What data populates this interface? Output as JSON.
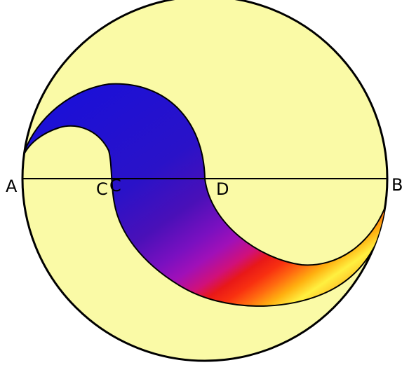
{
  "diagram": {
    "points": {
      "A": "A",
      "B": "B",
      "C": "C",
      "C2": "C",
      "D": "D"
    },
    "colors": {
      "circle_fill": "#fafaa6",
      "outline": "#000000",
      "gradient": [
        "#1a10d8",
        "#2a12c8",
        "#4a10b8",
        "#7a10c0",
        "#a010b8",
        "#d0107a",
        "#e81818",
        "#f83010",
        "#ff6a10",
        "#ffb010",
        "#fff040",
        "#ff9a10"
      ]
    }
  }
}
